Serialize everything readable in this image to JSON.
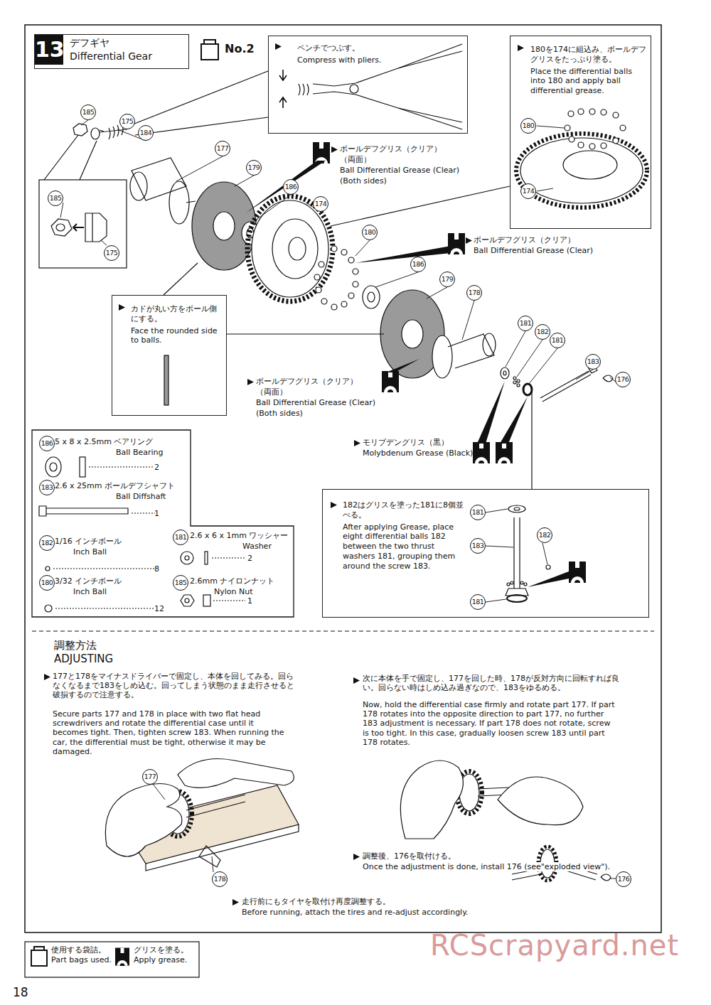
{
  "diagram": {
    "nodes": [
      {
        "text": [
          "13",
          "デフギヤ",
          "Differential Gear"
        ]
      },
      {
        "text": [
          "No.2"
        ]
      },
      {
        "text": [
          "ペンチでつぶす。",
          "Compress with pliers."
        ]
      },
      {
        "text": [
          "180を174に組込み、ボールデフグリスをたっぷり塗る。",
          "Place the differential balls into 180 and apply ball differential grease."
        ]
      },
      {
        "text": [
          "カドが丸い方をボール側にする。",
          "Face the rounded side to balls."
        ]
      },
      {
        "text": [
          "186",
          "5 x 8 x 2.5mm ベアリング",
          "Ball Bearing",
          "2",
          "183",
          "2.6 x 25mm ボールデフシャフト",
          "Ball Diffshaft",
          "1",
          "182",
          "1/16 インチボール",
          "Inch Ball",
          "8",
          "180",
          "3/32 インチボール",
          "Inch Ball",
          "12",
          "181",
          "2.6 x 6 x 1mm ワッシャー",
          "Washer",
          "2",
          "185",
          "2.6mm ナイロンナット",
          "Nylon Nut",
          "1"
        ]
      },
      {
        "text": [
          "182はグリスを塗った181に8個並べる。",
          "After applying Grease, place eight differential balls 182 between the two thrust washers 181, grouping them around the screw 183."
        ]
      }
    ],
    "labels": [
      "185",
      "175",
      "184",
      "177",
      "179",
      "186",
      "174",
      "180",
      "186",
      "179",
      "178",
      "181",
      "182",
      "181",
      "183",
      "176",
      "185",
      "175",
      "180",
      "174",
      "ボールデフグリス（クリア）",
      "（両面）",
      "Ball Differential Grease (Clear)",
      "(Both sides)",
      "ボールデフグリス（クリア）",
      "Ball Differential Grease (Clear)",
      "ボールデフグリス（クリア）",
      "（両面）",
      "Ball Differential Grease (Clear)",
      "(Both sides)",
      "モリブデングリス（黒）",
      "Molybdenum Grease (Black)",
      "181",
      "183",
      "182",
      "181",
      "調整方法",
      "ADJUSTING",
      "177と178をマイナスドライバーで固定し、本体を回してみる。回らなくなるまで183をしめ込む。回ってしまう状態のまま走行させると破損するので注意する。",
      "Secure parts 177 and 178 in place with two flat head screwdrivers and rotate the differential case until it becomes tight. Then, tighten screw 183. When running the car, the differential must be tight, otherwise it may be damaged.",
      "次に本体を手で固定し、177を回した時、178が反対方向に回転すれば良い。回らない時はしめ込み過ぎなので、183をゆるめる。",
      "Now, hold the differential case firmly and rotate part 177. If part 178 rotates into the opposite direction to part 177, no further 183 adjustment is necessary. If part 178 does not rotate, screw is too tight. In this case, gradually loosen screw 183 until part 178 rotates.",
      "177",
      "178",
      "調整後、176を取付ける。",
      "Once the adjustment is done, install 176 (see\"exploded view\").",
      "176",
      "走行前にもタイヤを取付け再度調整する。",
      "Before running, attach the tires and re-adjust accordingly.",
      "18",
      "RCScrapyard.net"
    ],
    "legend": [
      {
        "text": "使用する袋詰。 Part bags used."
      },
      {
        "text": "グリスを塗る。 Apply grease."
      }
    ]
  }
}
